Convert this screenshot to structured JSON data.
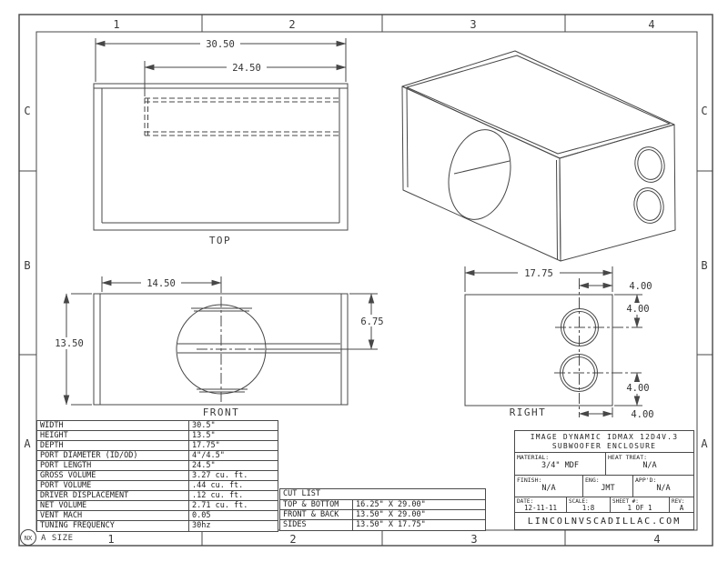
{
  "border": {
    "zones_top": [
      "1",
      "2",
      "3",
      "4"
    ],
    "zones_bottom": [
      "1",
      "2",
      "3",
      "4"
    ],
    "zones_left": [
      "C",
      "B",
      "A"
    ],
    "zones_right": [
      "C",
      "B",
      "A"
    ],
    "logo": "NX",
    "size_label": "A SIZE"
  },
  "views": {
    "top": {
      "label": "TOP",
      "dim_width": "30.50",
      "dim_port": "24.50"
    },
    "front": {
      "label": "FRONT",
      "dim_center": "14.50",
      "dim_height": "13.50",
      "dim_offset": "6.75"
    },
    "right": {
      "label": "RIGHT",
      "dim_depth": "17.75",
      "dim_a": "4.00",
      "dim_b": "4.00",
      "dim_c": "4.00",
      "dim_d": "4.00"
    }
  },
  "spec_table": {
    "rows": [
      {
        "name": "WIDTH",
        "value": "30.5\""
      },
      {
        "name": "HEIGHT",
        "value": "13.5\""
      },
      {
        "name": "DEPTH",
        "value": "17.75\""
      },
      {
        "name": "PORT DIAMETER (ID/OD)",
        "value": "4\"/4.5\""
      },
      {
        "name": "PORT LENGTH",
        "value": "24.5\""
      },
      {
        "name": "GROSS VOLUME",
        "value": "3.27 cu. ft."
      },
      {
        "name": "PORT VOLUME",
        "value": ".44 cu. ft."
      },
      {
        "name": "DRIVER DISPLACEMENT",
        "value": ".12 cu. ft."
      },
      {
        "name": "NET VOLUME",
        "value": "2.71 cu. ft."
      },
      {
        "name": "VENT MACH",
        "value": "0.05"
      },
      {
        "name": "TUNING FREQUENCY",
        "value": "30hz"
      }
    ]
  },
  "cut_list": {
    "title": "CUT LIST",
    "rows": [
      {
        "name": "TOP & BOTTOM",
        "value": "16.25\" X 29.00\""
      },
      {
        "name": "FRONT & BACK",
        "value": "13.50\" X 29.00\""
      },
      {
        "name": "SIDES",
        "value": "13.50\" X 17.75\""
      }
    ]
  },
  "title_block": {
    "title_line1": "IMAGE DYNAMIC IDMAX 12D4V.3",
    "title_line2": "SUBWOOFER ENCLOSURE",
    "material_label": "MATERIAL:",
    "material": "3/4\" MDF",
    "heat_treat_label": "HEAT TREAT:",
    "heat_treat": "N/A",
    "finish_label": "FINISH:",
    "finish": "N/A",
    "eng_label": "ENG:",
    "eng": "JMT",
    "appd_label": "APP'D:",
    "appd": "N/A",
    "date_label": "DATE:",
    "date": "12-11-11",
    "scale_label": "SCALE:",
    "scale": "1:8",
    "sheet_label": "SHEET #:",
    "sheet": "1 OF 1",
    "rev_label": "REV:",
    "rev": "A",
    "website": "LINCOLNVSCADILLAC.COM"
  }
}
